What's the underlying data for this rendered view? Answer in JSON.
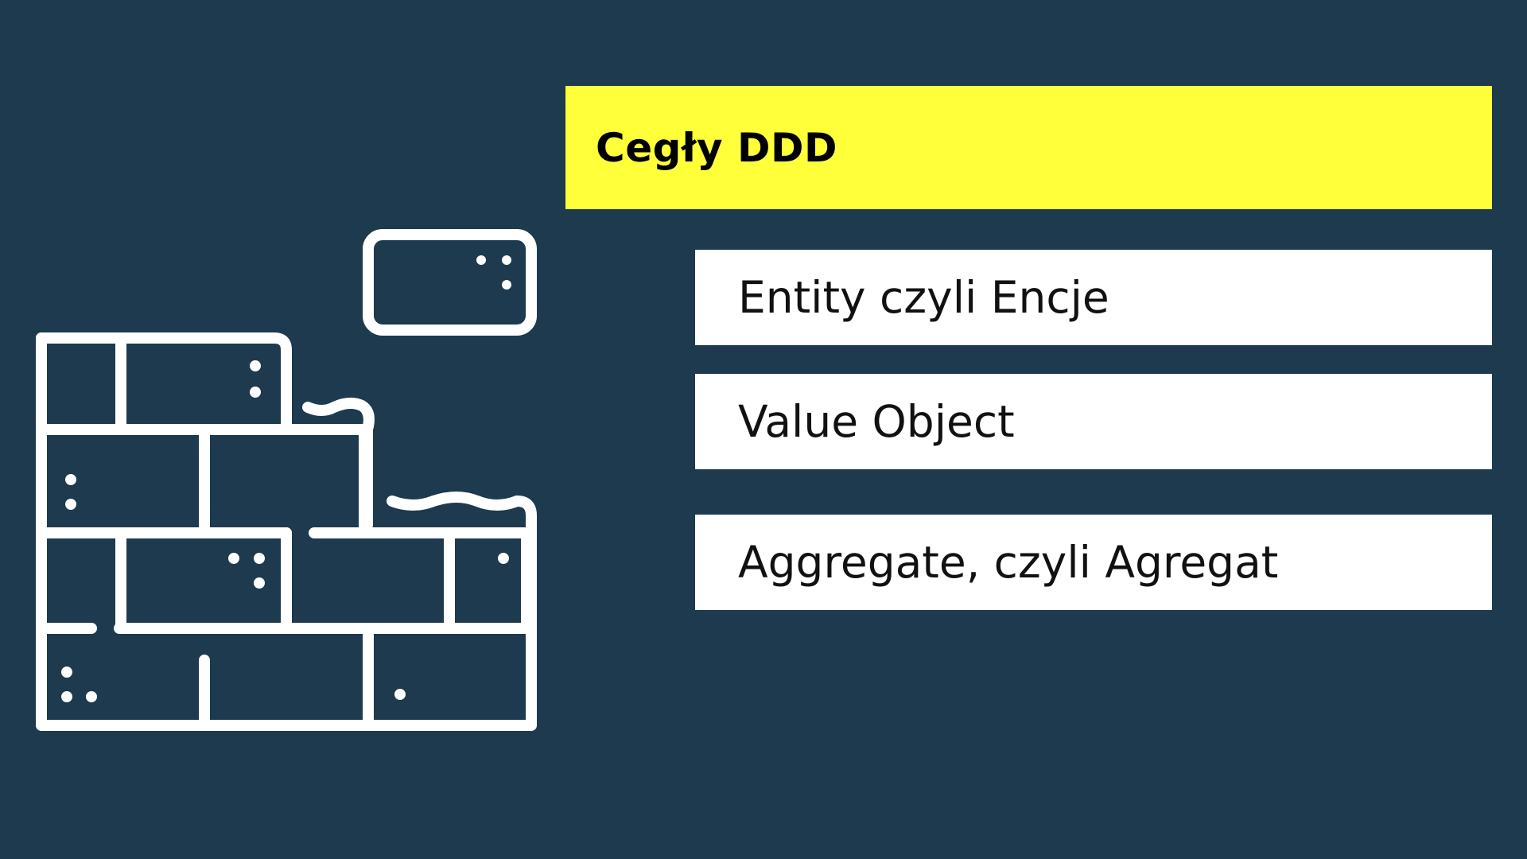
{
  "slide": {
    "background_color": "#1d3a4e",
    "title": "Cegły DDD",
    "title_bar_color": "#ffff3a",
    "items": [
      {
        "label": "Entity czyli Encje"
      },
      {
        "label": "Value Object"
      },
      {
        "label": "Aggregate, czyli Agregat"
      }
    ],
    "illustration": {
      "icon": "brick-wall-icon",
      "stroke_color": "#ffffff"
    }
  }
}
